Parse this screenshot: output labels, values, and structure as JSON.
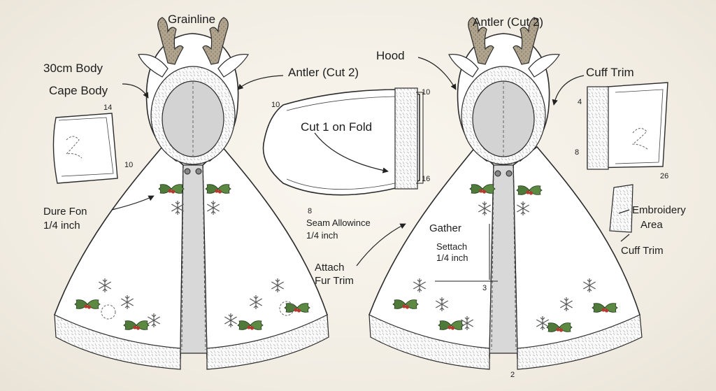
{
  "labels": {
    "grainline": "Grainline",
    "body_30cm": "30cm Body",
    "cape_body": "Cape Body",
    "antler_cut2_left": "Antler (Cut 2)",
    "antler_cut2_top": "Antler (Cut 2)",
    "hood": "Hood",
    "cuff_trim_top": "Cuff Trim",
    "cut_on_fold": "Cut 1 on Fold",
    "dure_fon": "Dure Fon",
    "dure_fon_size": "1/4 inch",
    "seam_allowance": "Seam Allowince",
    "seam_allowance_size": "1/4 inch",
    "attach": "Attach",
    "fur_trim": "Fur Trim",
    "gather": "Gather",
    "settach": "Settach",
    "settach_size": "1/4 inch",
    "embroidery": "Embroidery",
    "area": "Area",
    "cuff_trim_bottom": "Cuff Trim"
  },
  "dims": {
    "left_piece_top": "14",
    "left_piece_side": "10",
    "sleeve_left": "10",
    "sleeve_right_top": "10",
    "sleeve_right_bottom": "16",
    "sleeve_bottom": "8",
    "cuff_left_top": "4",
    "cuff_left_bottom": "8",
    "cuff_bottom": "26",
    "gather_mark": "3",
    "center_bottom": "2"
  },
  "colors": {
    "background": "#f3efe6",
    "line": "#2b2b2b",
    "fabric": "#ffffff",
    "hood_inner": "#d9d9d9",
    "antler": "#a89c88",
    "holly_leaf": "#4f7a3a",
    "berry": "#b23a2e"
  },
  "icons": [
    "antler-icon",
    "holly-icon",
    "snowflake-icon",
    "swirl-icon"
  ]
}
